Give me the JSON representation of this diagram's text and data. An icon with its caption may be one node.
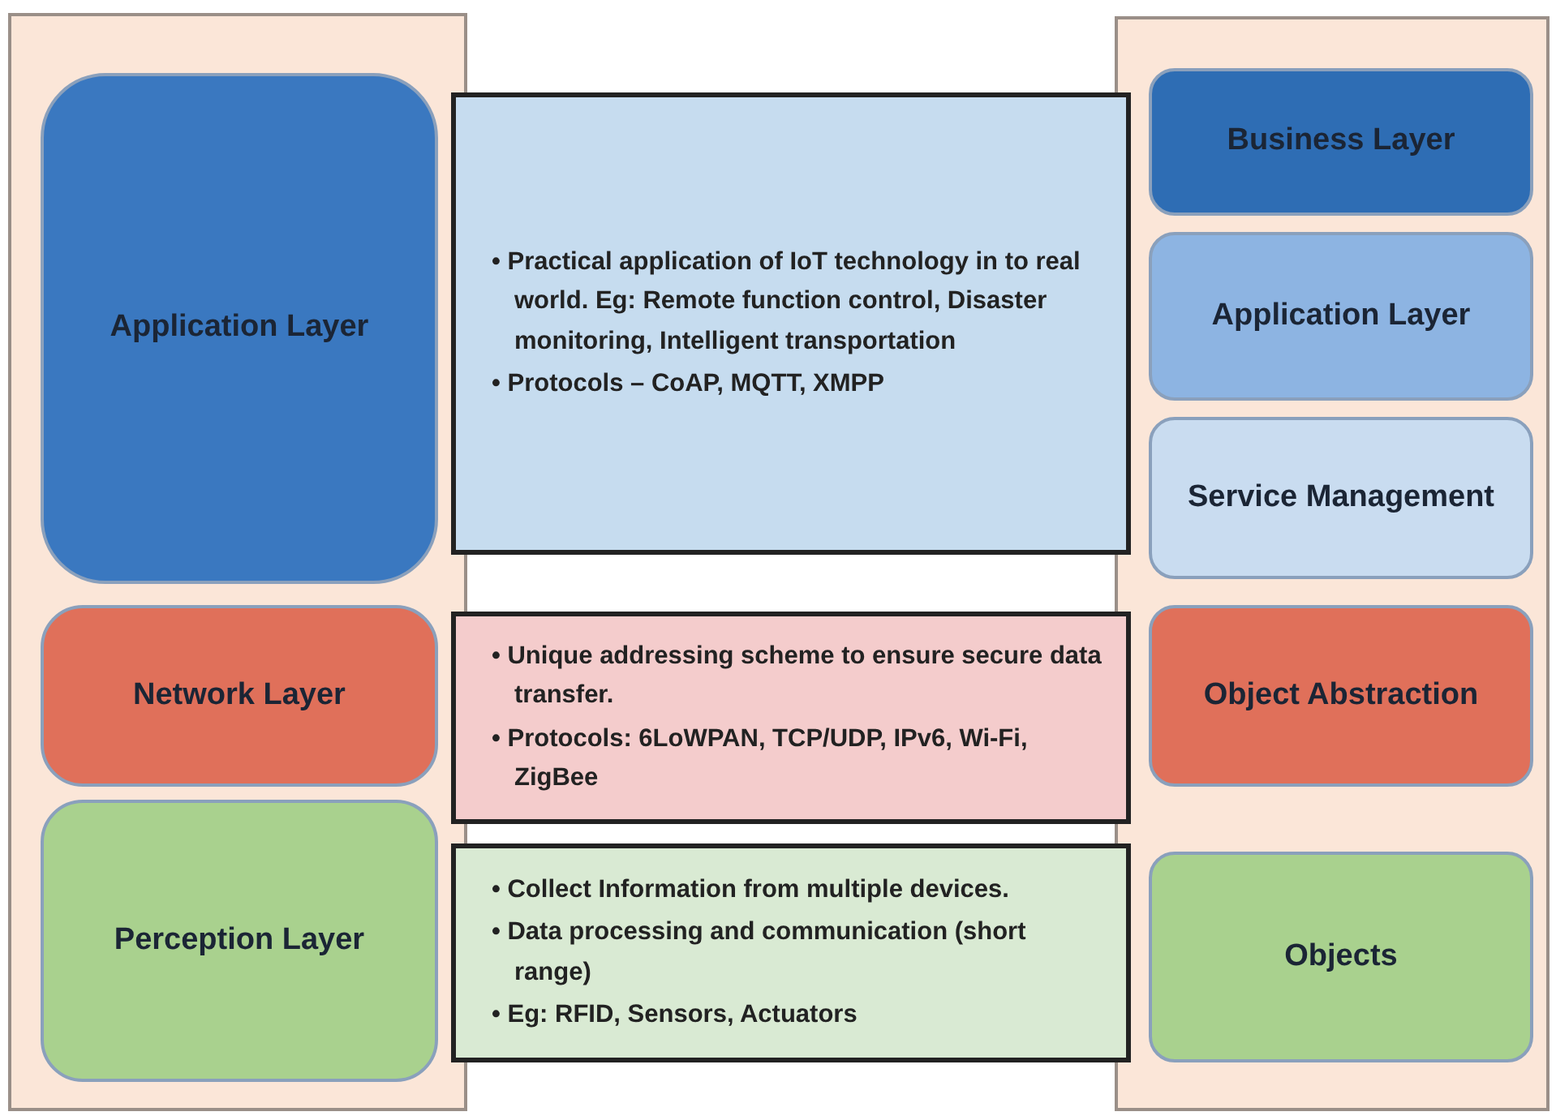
{
  "diagram": {
    "nodes": [
      {
        "text": [],
        "shape": "box"
      },
      {
        "text": [
          "Application Layer"
        ],
        "in": 0
      },
      {
        "text": [
          "Network Layer"
        ],
        "in": 0
      },
      {
        "text": [
          "Perception Layer"
        ],
        "in": 0
      },
      {
        "text": [
          "• Practical application of IoT technology in to real world. Eg: Remote function control, Disaster monitoring, Intelligent transportation",
          "• Protocols – CoAP, MQTT, XMPP"
        ]
      },
      {
        "text": [
          "• Unique addressing scheme to ensure secure data transfer.",
          "• Protocols: 6LoWPAN, TCP/UDP, IPv6, Wi-Fi, ZigBee"
        ]
      },
      {
        "text": [
          "• Collect Information from multiple devices.",
          "• Data processing and communication (short range)",
          "• Eg: RFID, Sensors, Actuators"
        ]
      },
      {
        "text": [],
        "shape": "box"
      },
      {
        "text": [
          "Business Layer"
        ],
        "in": 7
      },
      {
        "text": [
          "Application Layer"
        ],
        "in": 7
      },
      {
        "text": [
          "Service Management"
        ],
        "in": 7
      },
      {
        "text": [
          "Object Abstraction"
        ],
        "in": 7
      },
      {
        "text": [
          "Objects"
        ],
        "in": 7
      }
    ]
  }
}
